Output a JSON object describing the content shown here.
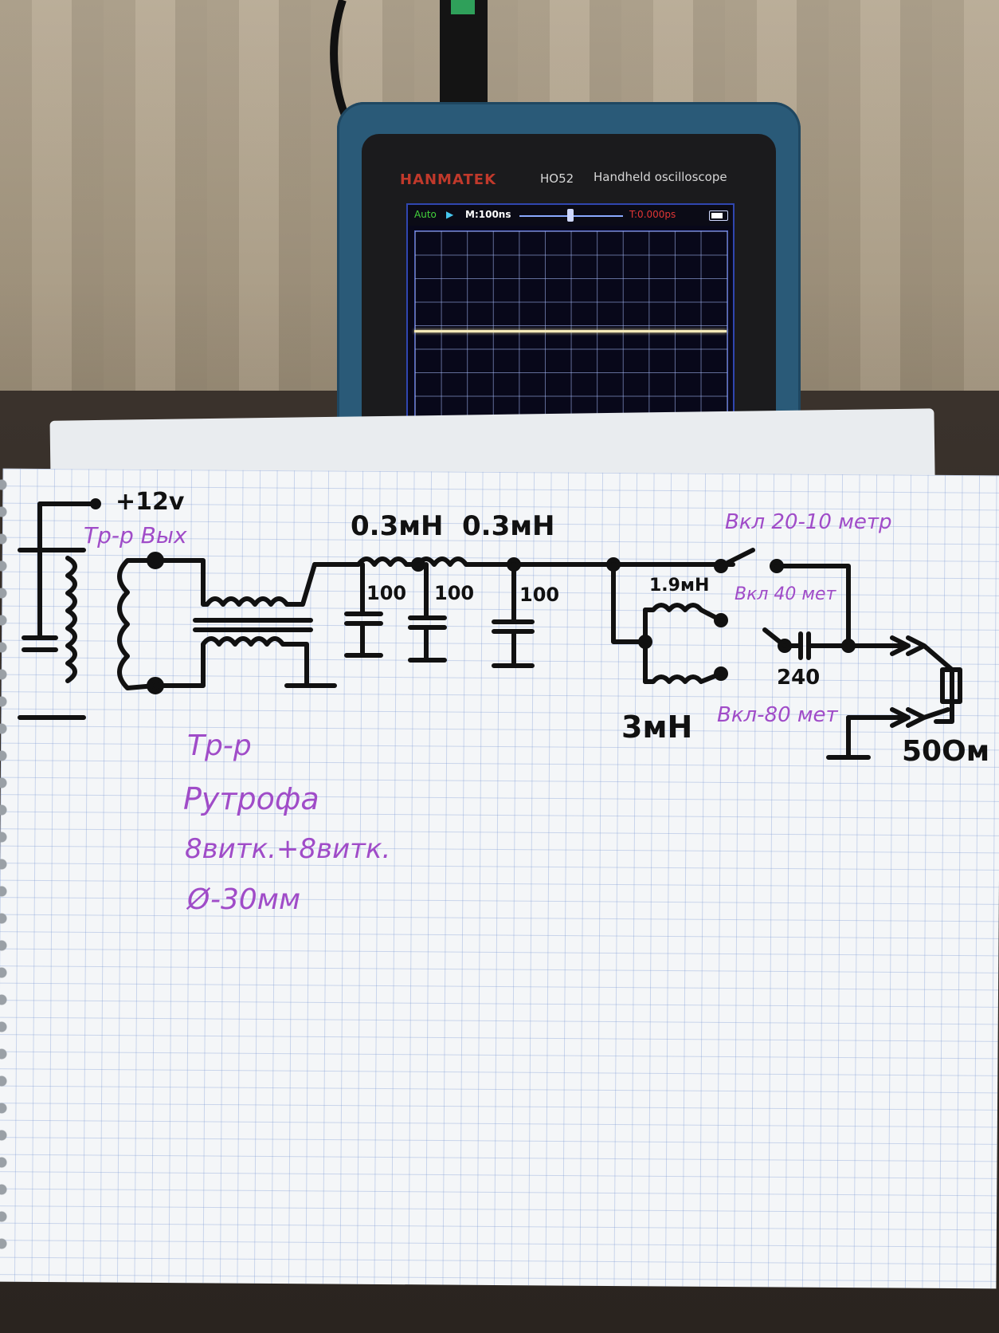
{
  "oscilloscope": {
    "brand": "HANMATEK",
    "model": "HO52",
    "description": "Handheld oscilloscope",
    "mode": "Auto",
    "timebase": "M:100ns",
    "trigger_time": "T:0.000ps"
  },
  "schematic": {
    "supply": "+12v",
    "output_label": "Тр-р Вых",
    "inductor_1": "0.3мН",
    "inductor_2": "0.3мН",
    "cap_1": "100",
    "cap_2": "100",
    "cap_3": "100",
    "switch_20_10": "Вкл 20-10 метр",
    "inductor_19": "1.9мН",
    "switch_40": "Вкл 40 мет",
    "cap_240": "240",
    "switch_80": "Вкл-80 мет",
    "inductor_3": "3мН",
    "resistor": "50Ом"
  },
  "notes": {
    "line_1": "Тр-р",
    "line_2": "Рутрофа",
    "line_3": "8витк.+8витк.",
    "line_4": "Ø-30мм"
  },
  "colors": {
    "ink_black": "#111111",
    "ink_purple": "#a04cc8",
    "osc_case": "#2a5a78",
    "trace": "#f4e9b8"
  }
}
